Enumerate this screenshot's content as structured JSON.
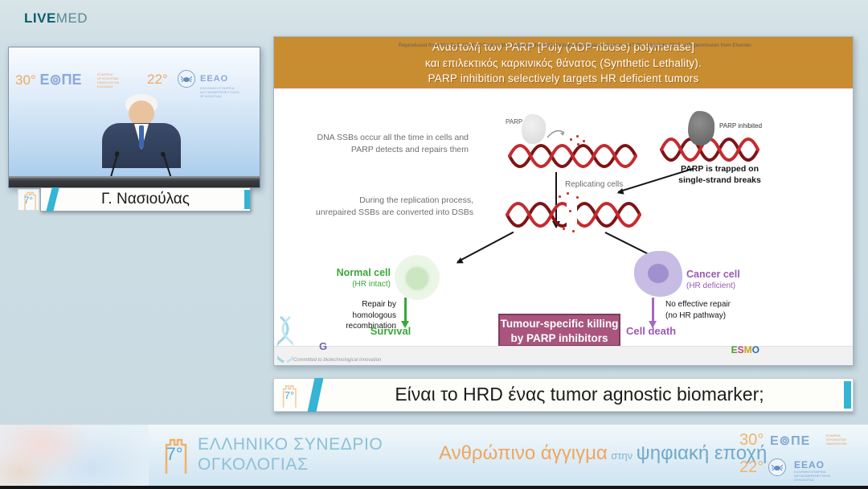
{
  "header": {
    "brand_bold": "LIVE",
    "brand_light": "MED"
  },
  "video": {
    "speaker_name": "Γ. Νασιούλας",
    "badge": "7°",
    "backdrop": {
      "eope_num": "30°",
      "eope": "Ε⊚ΠΕ",
      "eope_sub1": "ΕΤΑΙΡΕΙΑ",
      "eope_sub2": "ΟΓΚΟΛΟΓΩΝ",
      "eope_sub3": "ΠΑΘΟΛΟΓΩΝ",
      "eope_sub4": "ΕΛΛΑΔΑΣ",
      "eeao_num": "22°",
      "eeao": "EEAO",
      "eeao_sub1": "ΕΛΛΗΝΙΚΗ ΕΤΑΙΡΕΙΑ",
      "eeao_sub2": "ΑΚΤΙΝΟΘΕΡΑΠΕΥΤΙΚΗΣ",
      "eeao_sub3": "ΟΓΚΟΛΟΓΙΑΣ"
    }
  },
  "slide": {
    "title": {
      "line1": "Αναστολή των PARP [Poly (ADP-ribose) polymerase]",
      "line2": "και επιλεκτικός καρκινικός θάνατος (Synthetic Lethality).",
      "line3": "PARP inhibition selectively targets HR deficient tumors"
    },
    "diagram": {
      "ssb_text1": "DNA SSBs occur all the time in cells and",
      "ssb_text2": "PARP detects and repairs them",
      "parp_label": "PARP",
      "parp_inhibited_label": "PARP inhibited",
      "trapped1": "PARP is trapped on",
      "trapped2": "single-strand breaks",
      "replicating": "Replicating cells",
      "dsb_text1": "During the replication process,",
      "dsb_text2": "unrepaired SSBs are converted into DSBs",
      "normal_cell": "Normal cell",
      "hr_intact": "(HR intact)",
      "repair1": "Repair by homologous",
      "repair2": "recombination",
      "survival": "Survival",
      "killing1": "Tumour-specific killing",
      "killing2": "by PARP inhibitors",
      "cancer_cell": "Cancer cell",
      "hr_deficient": "(HR deficient)",
      "no_repair1": "No effective repair",
      "no_repair2": "(no HR pathway)",
      "cell_death": "Cell death"
    },
    "citation": "Reproduced from Mol Cell, 60 (4),O'Connor MJ, Targeting the DNA Damage Response in Cancer, 547-60, Copyright 2015, with permission from Elsevier.",
    "genekor_partial": "G",
    "genekor_tagline": "Committed to biotechnological innovation",
    "esmo_letters": [
      "E",
      "S",
      "M",
      "O"
    ]
  },
  "question_bar": {
    "badge": "7°",
    "text": "Είναι το HRD ένας tumor agnostic biomarker;"
  },
  "footer": {
    "badge": "7°",
    "congress1": "ΕΛΛΗΝΙΚΟ ΣΥΝΕΔΡΙΟ",
    "congress2": "ΟΓΚΟΛΟΓΙΑΣ",
    "tag_orange": "Ανθρώπινο άγγιγμα",
    "tag_mid": "στην",
    "tag_blue": "ψηφιακή εποχή",
    "eope_num": "30°",
    "eope": "Ε⊚ΠΕ",
    "eope_sub1": "ΕΤΑΙΡΕΙΑ",
    "eope_sub2": "ΟΓΚΟΛΟΓΩΝ",
    "eope_sub3": "ΠΑΘΟΛΟΓΩΝ",
    "eeao_num": "22°",
    "eeao": "EEAO",
    "eeao_sub1": "ΕΛΛΗΝΙΚΗ ΕΤΑΙΡΕΙΑ",
    "eeao_sub2": "ΑΚΤΙΝΟΘΕΡΑΠΕΥΤΙΚΗΣ",
    "eeao_sub3": "ΟΓΚΟΛΟΓΙΑΣ"
  },
  "colors": {
    "accent_teal": "#35b4d4",
    "title_orange": "#c98d31",
    "killing_plum": "#a9557d",
    "dna_red": "#c62a2e",
    "normal_green": "#3aa63a",
    "cancer_purple": "#9b59b6"
  }
}
